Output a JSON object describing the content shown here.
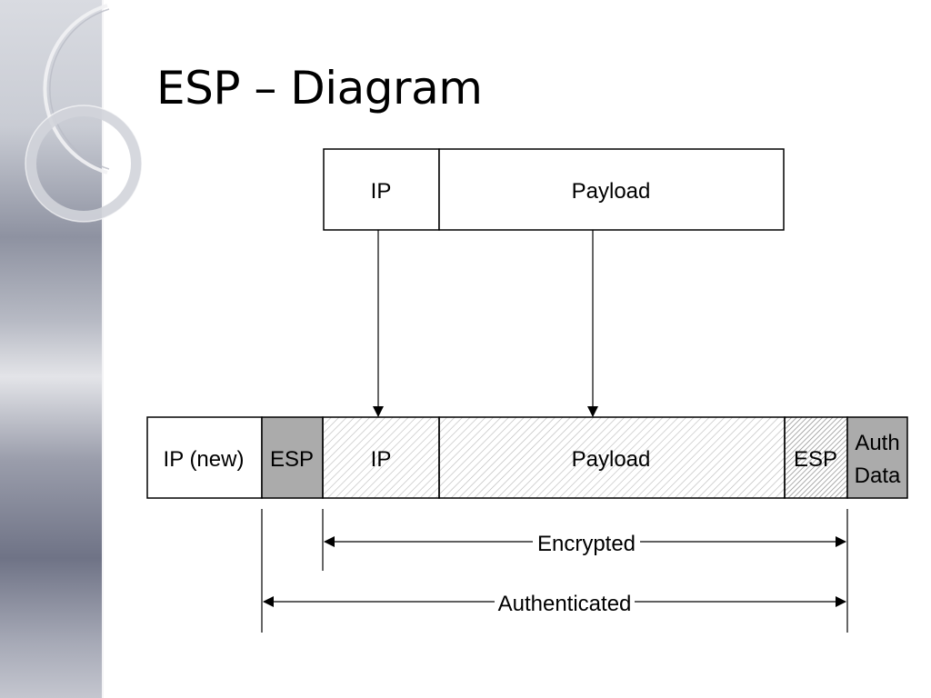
{
  "slide": {
    "title": "ESP – Diagram"
  },
  "diagram": {
    "original_packet": {
      "ip_label": "IP",
      "payload_label": "Payload"
    },
    "esp_packet": {
      "ip_new_label": "IP (new)",
      "esp_header_label": "ESP",
      "ip_label": "IP",
      "payload_label": "Payload",
      "esp_trailer_label": "ESP",
      "auth_data_line1": "Auth",
      "auth_data_line2": "Data"
    },
    "ranges": {
      "encrypted_label": "Encrypted",
      "authenticated_label": "Authenticated"
    },
    "colors": {
      "esp_header_fill": "#ababab",
      "auth_data_fill": "#ababab",
      "hatch_stroke": "#b8b8b8",
      "hatch_stroke_dense": "#8a8a8a"
    }
  }
}
